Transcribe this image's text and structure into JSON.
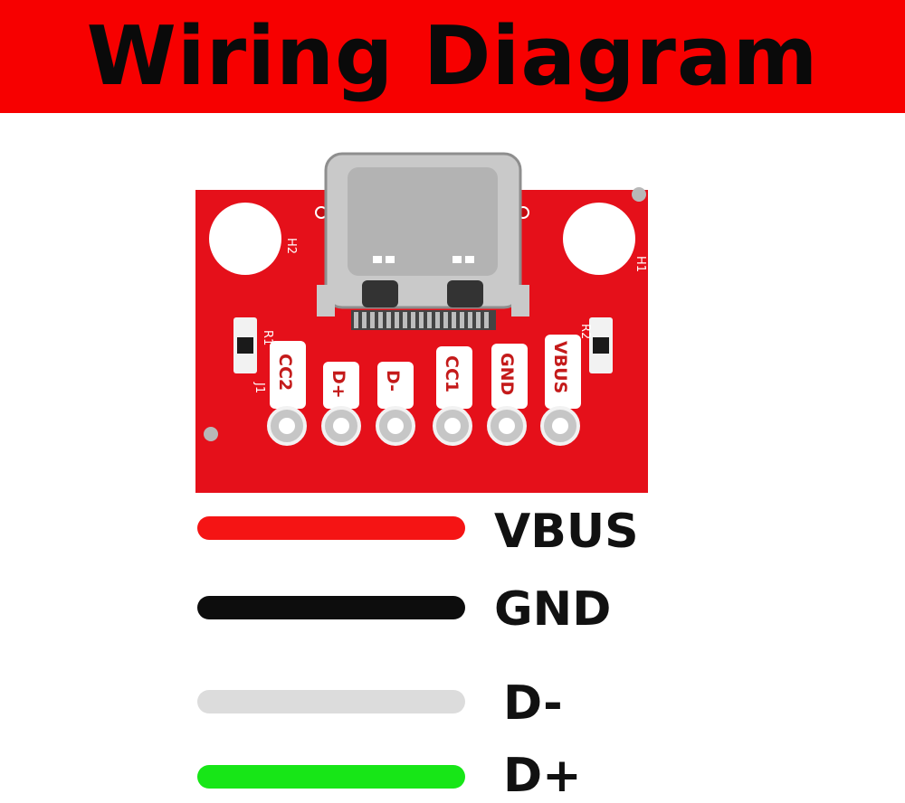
{
  "title": "Wiring Diagram",
  "board": {
    "hole_labels": [
      "H2",
      "H1"
    ],
    "resistor_labels": [
      "R1",
      "R2"
    ],
    "jumper_label": "J1",
    "pins": [
      "CC2",
      "D+",
      "D-",
      "CC1",
      "GND",
      "VBUS"
    ]
  },
  "legend": [
    {
      "label": "VBUS",
      "color": "#f51414"
    },
    {
      "label": "GND",
      "color": "#0d0d0d"
    },
    {
      "label": "D-",
      "color": "#dcdcdc"
    },
    {
      "label": "D+",
      "color": "#17e617"
    }
  ],
  "colors": {
    "banner": "#f70000",
    "pcb": "#e5101a"
  }
}
